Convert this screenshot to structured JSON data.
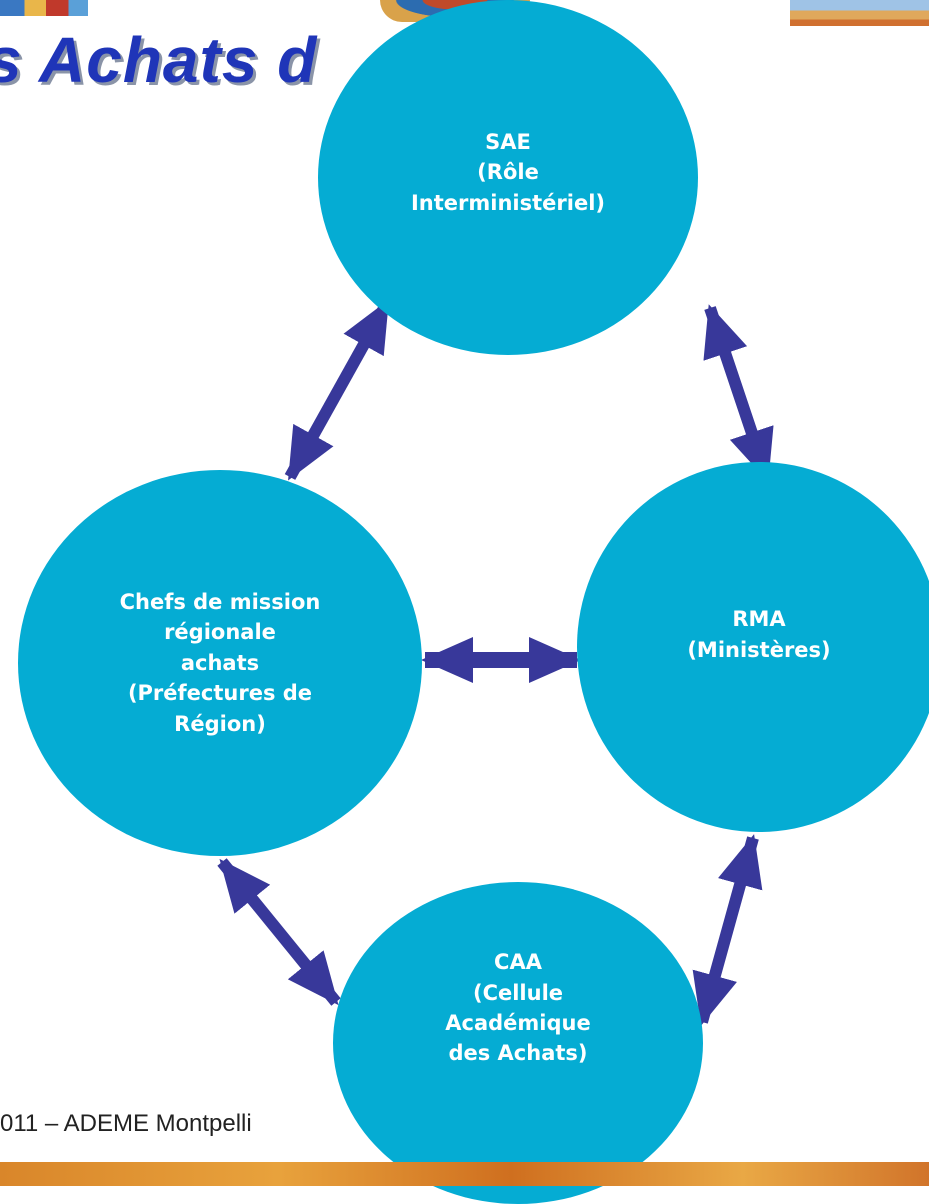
{
  "slide": {
    "heading": "s Achats d",
    "footer": "011 – ADEME Montpelli"
  },
  "colors": {
    "node_fill": "#05acd3",
    "arrow": "#38389a",
    "heading": "#1f35b8",
    "band": "#e8a23c"
  },
  "nodes": {
    "sae": "SAE\n(Rôle\nInterministériel)",
    "chefs": "Chefs de mission\nrégionale\nachats\n(Préfectures de\nRégion)",
    "rma": "RMA\n(Ministères)",
    "caa": "CAA\n(Cellule\nAcadémique\ndes Achats)"
  },
  "edges": [
    {
      "from": "sae",
      "to": "chefs",
      "style": "double-arrow"
    },
    {
      "from": "sae",
      "to": "rma",
      "style": "double-arrow"
    },
    {
      "from": "chefs",
      "to": "rma",
      "style": "double-arrow"
    },
    {
      "from": "chefs",
      "to": "caa",
      "style": "double-arrow"
    },
    {
      "from": "rma",
      "to": "caa",
      "style": "double-arrow"
    }
  ]
}
